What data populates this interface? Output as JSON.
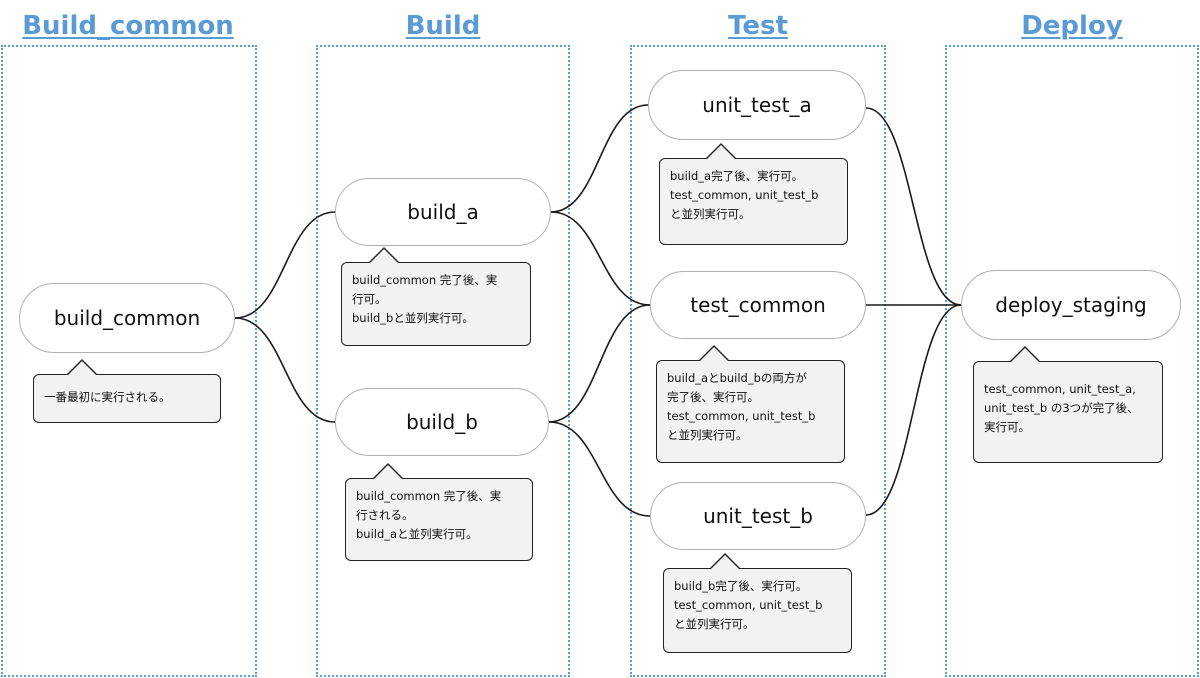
{
  "stages": [
    {
      "id": "build_common",
      "title": "Build_common"
    },
    {
      "id": "build",
      "title": "Build"
    },
    {
      "id": "test",
      "title": "Test"
    },
    {
      "id": "deploy",
      "title": "Deploy"
    }
  ],
  "jobs": {
    "build_common": {
      "label": "build_common",
      "note": [
        "一番最初に実行される。"
      ]
    },
    "build_a": {
      "label": "build_a",
      "note": [
        "build_common 完了後、実",
        "行可。",
        "build_bと並列実行可。"
      ]
    },
    "build_b": {
      "label": "build_b",
      "note": [
        "build_common 完了後、実",
        "行される。",
        "build_aと並列実行可。"
      ]
    },
    "unit_test_a": {
      "label": "unit_test_a",
      "note": [
        "build_a完了後、実行可。",
        "test_common, unit_test_b",
        "と並列実行可。"
      ]
    },
    "test_common": {
      "label": "test_common",
      "note": [
        "build_aとbuild_bの両方が",
        "完了後、実行可。",
        "test_common, unit_test_b",
        "と並列実行可。"
      ]
    },
    "unit_test_b": {
      "label": "unit_test_b",
      "note": [
        "build_b完了後、実行可。",
        "test_common, unit_test_b",
        "と並列実行可。"
      ]
    },
    "deploy_staging": {
      "label": "deploy_staging",
      "note": [
        "test_common, unit_test_a,",
        "unit_test_b の3つが完了後、",
        "実行可。"
      ]
    }
  },
  "dependencies": [
    {
      "from": "build_common",
      "to": "build_a"
    },
    {
      "from": "build_common",
      "to": "build_b"
    },
    {
      "from": "build_a",
      "to": "unit_test_a"
    },
    {
      "from": "build_a",
      "to": "test_common"
    },
    {
      "from": "build_b",
      "to": "test_common"
    },
    {
      "from": "build_b",
      "to": "unit_test_b"
    },
    {
      "from": "unit_test_a",
      "to": "deploy_staging"
    },
    {
      "from": "test_common",
      "to": "deploy_staging"
    },
    {
      "from": "unit_test_b",
      "to": "deploy_staging"
    }
  ],
  "colors": {
    "stage_title": "#5b9bd5",
    "lane_border": "#5b9bd5",
    "node_border": "#b0b0b0",
    "callout_fill": "#f2f2f2",
    "callout_border": "#222222",
    "connector": "#1a1a1a"
  }
}
